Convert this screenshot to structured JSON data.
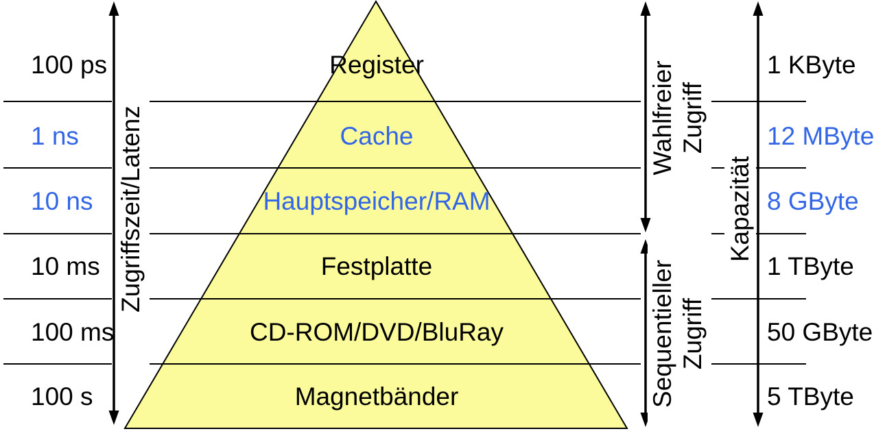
{
  "diagram": {
    "type": "memory-hierarchy-pyramid",
    "levels": [
      {
        "name": "Register",
        "latency": "100 ps",
        "capacity": "1 KByte",
        "accent": false
      },
      {
        "name": "Cache",
        "latency": "1 ns",
        "capacity": "12 MByte",
        "accent": true
      },
      {
        "name": "Hauptspeicher/RAM",
        "latency": "10 ns",
        "capacity": "8 GByte",
        "accent": true
      },
      {
        "name": "Festplatte",
        "latency": "10 ms",
        "capacity": "1 TByte",
        "accent": false
      },
      {
        "name": "CD-ROM/DVD/BluRay",
        "latency": "100 ms",
        "capacity": "50 GByte",
        "accent": false
      },
      {
        "name": "Magnetbänder",
        "latency": "100 s",
        "capacity": "5 TByte",
        "accent": false
      }
    ],
    "axis_labels": {
      "latency": "Zugriffszeit/Latenz",
      "random_access_line1": "Wahlfreier",
      "random_access_line2": "Zugriff",
      "sequential_access_line1": "Sequentieller",
      "sequential_access_line2": "Zugriff",
      "capacity": "Kapazität"
    },
    "colors": {
      "pyramid_fill": "#FBFB9B",
      "accent_blue": "#3366E6",
      "line_black": "#000000"
    }
  }
}
